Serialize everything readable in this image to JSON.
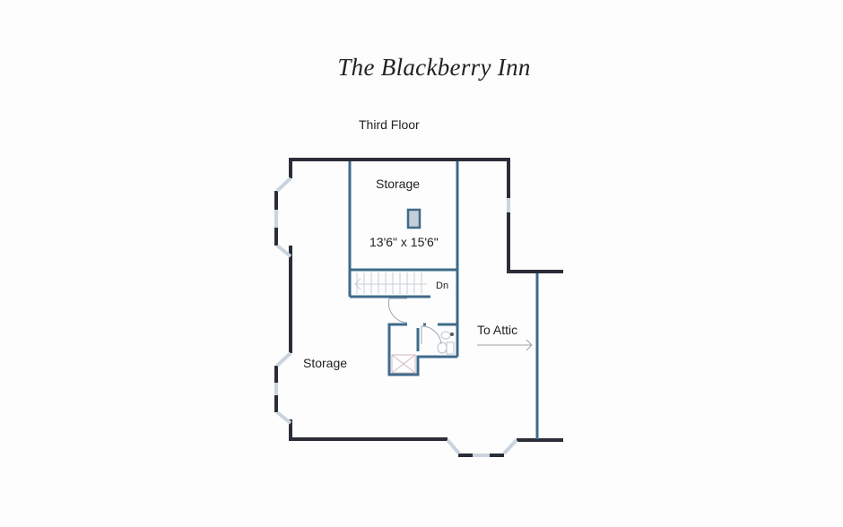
{
  "header": {
    "title": "The Blackberry Inn",
    "floor": "Third Floor"
  },
  "rooms": [
    {
      "name": "Storage",
      "dimensions": "13'6\" x 15'6\""
    },
    {
      "name": "Storage",
      "dimensions": ""
    }
  ],
  "labels": {
    "stairs": "Dn",
    "attic": "To Attic"
  },
  "colors": {
    "exterior_wall": "#2b2d38",
    "interior_wall": "#3f6a8a",
    "window": "#dfe7ee",
    "fixture": "#b9c3cc",
    "background": "#fdfdfd"
  }
}
